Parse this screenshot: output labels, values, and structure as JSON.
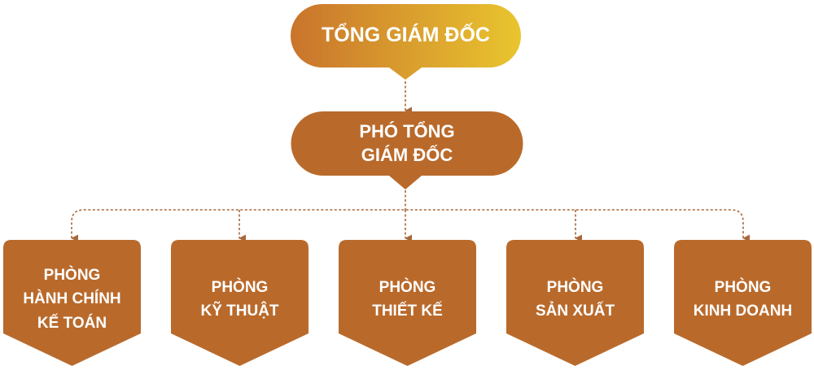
{
  "colors": {
    "ceo_gradient_start": "#c9742c",
    "ceo_gradient_end": "#e9c52f",
    "node_fill": "#b96a2b",
    "connector": "#a9683a",
    "text": "#ffffff"
  },
  "ceo": {
    "lines": [
      "TỔNG GIÁM ĐỐC"
    ]
  },
  "deputy": {
    "lines": [
      "PHÓ TỔNG",
      "GIÁM ĐỐC"
    ]
  },
  "departments": [
    {
      "lines": [
        "PHÒNG",
        "HÀNH CHÍNH",
        "KẾ TOÁN"
      ]
    },
    {
      "lines": [
        "PHÒNG",
        "KỸ THUẬT"
      ]
    },
    {
      "lines": [
        "PHÒNG",
        "THIẾT KẾ"
      ]
    },
    {
      "lines": [
        "PHÒNG",
        "SẢN XUẤT"
      ]
    },
    {
      "lines": [
        "PHÒNG",
        "KINH DOANH"
      ]
    }
  ]
}
